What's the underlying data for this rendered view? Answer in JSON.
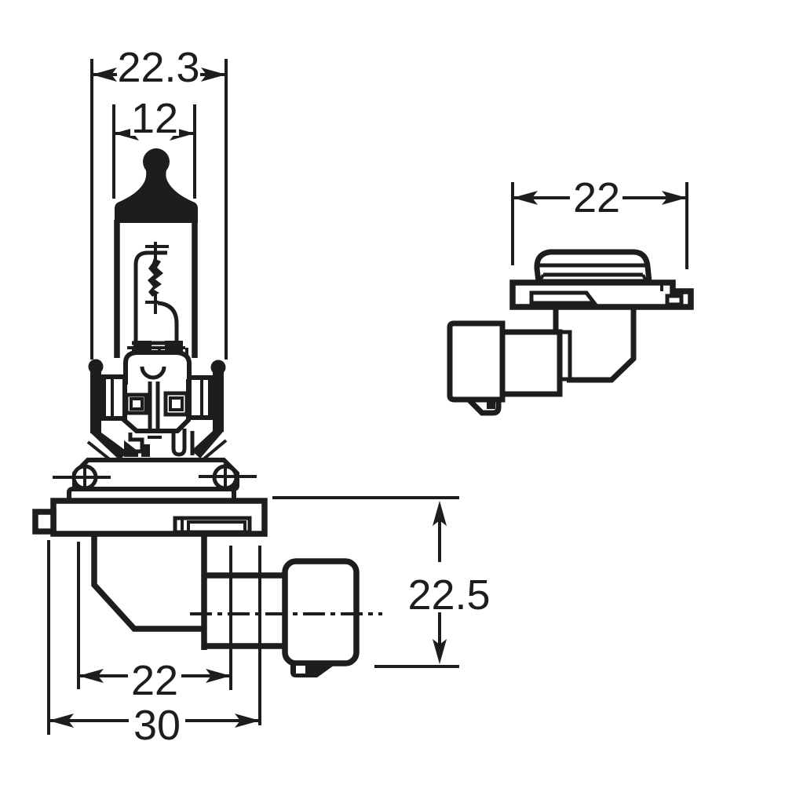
{
  "drawing": {
    "type": "technical-dimension-drawing",
    "subject": "halogen-bulb-two-views",
    "colors": {
      "line": "#1d1d1b",
      "background": "#ffffff"
    },
    "dimensions": {
      "front_overall_width": "22.3",
      "front_tube_width": "12",
      "side_overall_width": "22",
      "connector_height": "22.5",
      "base_inner_width": "22",
      "base_overall_width": "30"
    }
  }
}
